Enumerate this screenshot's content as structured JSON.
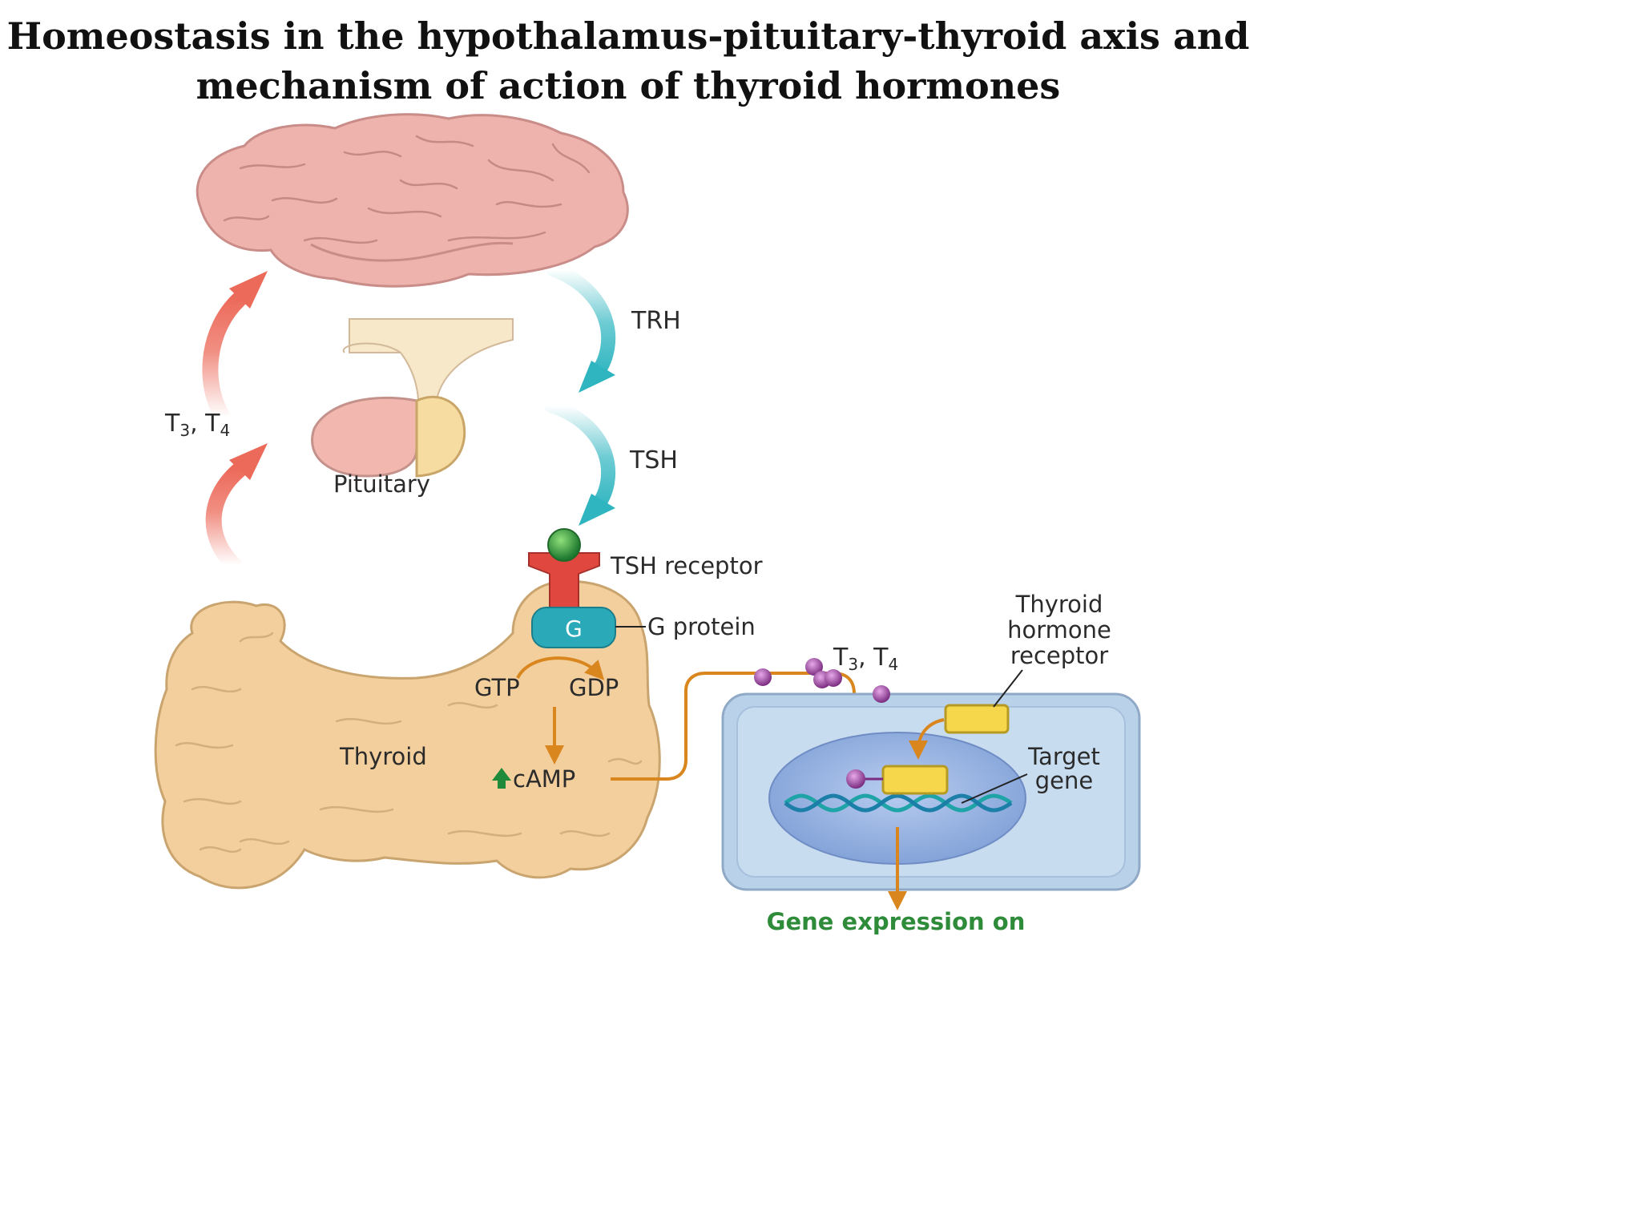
{
  "title": {
    "line1": "Homeostasis in the hypothalamus-pituitary-thyroid axis and",
    "line2": "mechanism of action of thyroid hormones"
  },
  "labels": {
    "trh": "TRH",
    "tsh": "TSH",
    "t3": "T",
    "t3_sub": "3",
    "sep": ", ",
    "t4": "T",
    "t4_sub": "4",
    "pituitary": "Pituitary",
    "tsh_receptor": "TSH receptor",
    "g_letter": "G",
    "g_protein": "G protein",
    "gtp": "GTP",
    "gdp": "GDP",
    "camp": "cAMP",
    "thyroid": "Thyroid",
    "th_receptor_1": "Thyroid",
    "th_receptor_2": "hormone",
    "th_receptor_3": "receptor",
    "target_gene_1": "Target",
    "target_gene_2": "gene",
    "gene_expression": "Gene expression on"
  },
  "colors": {
    "brain": "#efb3ad",
    "pituitary_front": "#f2b8b0",
    "pituitary_back": "#f6dca0",
    "thyroid": "#f2cf9c",
    "teal_arrow": "#2fb5c0",
    "red_arrow": "#ec6a5a",
    "orange_arrow": "#d9861e",
    "receptor_red": "#e0483f",
    "tsh_green": "#2f9a48",
    "g_protein": "#2aaab8",
    "hormone_purple": "#9a3f9e",
    "receptor_yellow": "#f6d64a",
    "cell": "#b9d2ea",
    "nucleus": "#8faedf",
    "camp_up_arrow": "#1e8a3a",
    "gene_expression_text": "#2e8b3a"
  }
}
